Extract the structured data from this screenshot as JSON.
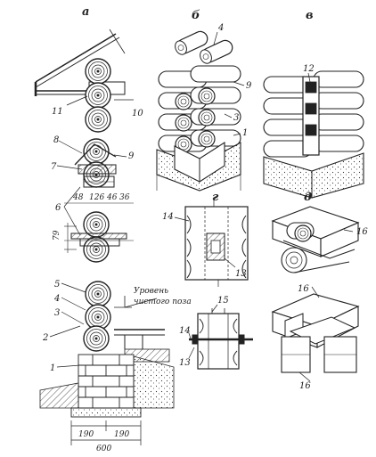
{
  "sections": {
    "a": "а",
    "b": "б",
    "v": "в",
    "g": "г",
    "d": "д"
  },
  "labels": {
    "l1": "1",
    "l2": "2",
    "l3": "3",
    "l4": "4",
    "l5": "5",
    "l6": "6",
    "l7": "7",
    "l8": "8",
    "l9": "9",
    "l10": "10",
    "l11": "11",
    "l12": "12",
    "l13": "13",
    "l14": "14",
    "l15": "15",
    "l16": "16"
  },
  "dims": {
    "d48": "48",
    "d126": "126",
    "d46": "46",
    "d36": "36",
    "d79": "79",
    "d190a": "190",
    "d190b": "190",
    "d600": "600"
  },
  "floor_note": {
    "line1": "Уровень",
    "line2": "чистого поза"
  }
}
